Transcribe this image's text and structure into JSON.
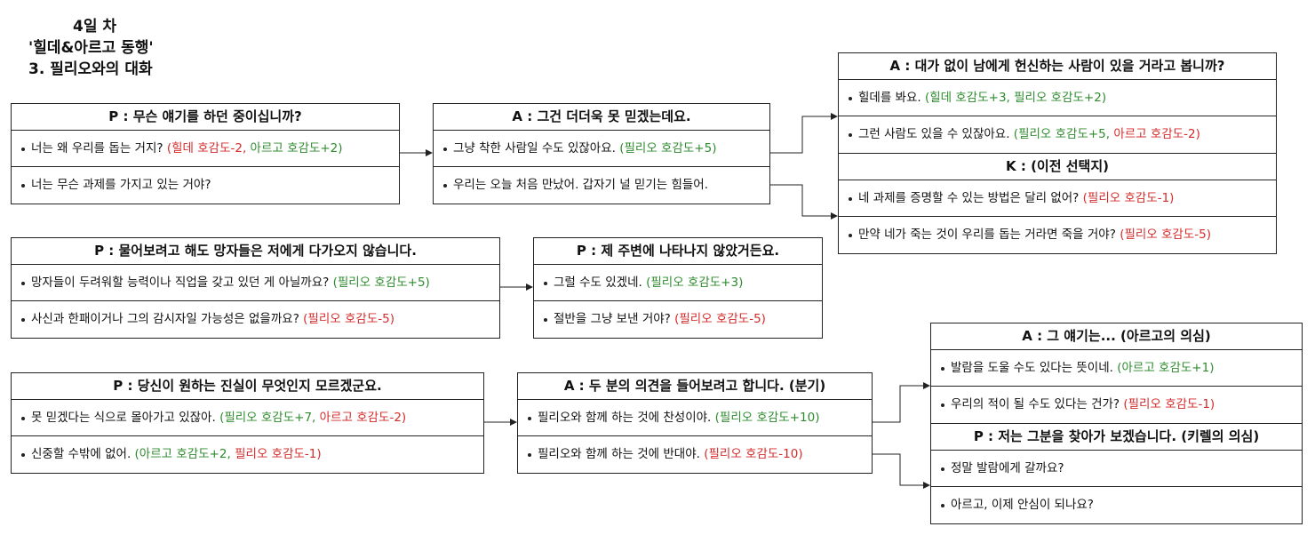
{
  "title": {
    "line1": "4일 차",
    "line2": "'힐데&아르고 동행'",
    "line3": "3. 필리오와의 대화"
  },
  "colors": {
    "positive": "#2e8b2e",
    "negative": "#d42b2b",
    "line": "#222222"
  },
  "boxes": {
    "b1": {
      "header": "P : 무슨 얘기를 하던 중이십니까?",
      "rows": [
        {
          "text": "너는 왜 우리를 돕는 거지? ",
          "e1": "(힐데 호감도-2",
          "sep": ", ",
          "e2": "아르고 호감도+2)"
        },
        {
          "text": "너는 무슨 과제를 가지고 있는 거야?"
        }
      ]
    },
    "b2": {
      "header": "A : 그건 더더욱 못 믿겠는데요.",
      "rows": [
        {
          "text": "그냥 착한 사람일 수도 있잖아요. ",
          "e1": "(필리오 호감도+5)"
        },
        {
          "text": "우리는 오늘 처음 만났어. 갑자기 널 믿기는 힘들어."
        }
      ]
    },
    "b3": {
      "header": "A : 대가 없이 남에게 헌신하는 사람이 있을 거라고 봅니까?",
      "rows": [
        {
          "text": "힐데를 봐요. ",
          "e1": "(힐데 호감도+3, 필리오 호감도+2)"
        },
        {
          "text": "그런 사람도 있을 수 있잖아요. ",
          "e1": "(필리오 호감도+5",
          "sep": ", ",
          "e2": "아르고 호감도-2)"
        }
      ],
      "header2": "K : (이전 선택지)",
      "rows2": [
        {
          "text": "네 과제를 증명할 수 있는 방법은 달리 없어? ",
          "e1": "(필리오 호감도-1)"
        },
        {
          "text": "만약 네가 죽는 것이 우리를 돕는 거라면 죽을 거야? ",
          "e1": "(필리오 호감도-5)"
        }
      ]
    },
    "b4": {
      "header": "P : 물어보려고 해도 망자들은 저에게 다가오지 않습니다.",
      "rows": [
        {
          "text": "망자들이 두려워할 능력이나 직업을 갖고 있던 게 아닐까요? ",
          "e1": "(필리오 호감도+5)"
        },
        {
          "text": "사신과 한패이거나 그의 감시자일 가능성은 없을까요? ",
          "e1": "(필리오 호감도-5)"
        }
      ]
    },
    "b5": {
      "header": "P : 제 주변에 나타나지 않았거든요.",
      "rows": [
        {
          "text": "그럴 수도 있겠네. ",
          "e1": "(필리오 호감도+3)"
        },
        {
          "text": "절반을 그냥 보낸 거야? ",
          "e1": "(필리오 호감도-5)"
        }
      ]
    },
    "b6": {
      "header": "P : 당신이 원하는 진실이 무엇인지 모르겠군요.",
      "rows": [
        {
          "text": "못 믿겠다는 식으로 몰아가고 있잖아. ",
          "e1": "(필리오 호감도+7",
          "sep": ", ",
          "e2": "아르고 호감도-2)"
        },
        {
          "text": "신중할 수밖에 없어. ",
          "e1": "(아르고 호감도+2",
          "sep": ", ",
          "e2": "필리오 호감도-1)"
        }
      ]
    },
    "b7": {
      "header": "A : 두 분의 의견을 들어보려고 합니다. (분기)",
      "rows": [
        {
          "text": "필리오와 함께 하는 것에 찬성이야. ",
          "e1": "(필리오 호감도+10)"
        },
        {
          "text": "필리오와 함께 하는 것에 반대야. ",
          "e1": "(필리오 호감도-10)"
        }
      ]
    },
    "b8": {
      "header": "A : 그 얘기는... (아르고의 의심)",
      "rows": [
        {
          "text": "발람을 도울 수도 있다는 뜻이네. ",
          "e1": "(아르고 호감도+1)"
        },
        {
          "text": "우리의 적이 될 수도 있다는 건가? ",
          "e1": "(필리오 호감도-1)"
        }
      ],
      "header2": "P : 저는 그분을 찾아가 보겠습니다. (키렐의 의심)",
      "rows2": [
        {
          "text": "정말 발람에게 갈까요?"
        },
        {
          "text": "아르고, 이제 안심이 되나요?"
        }
      ]
    }
  }
}
